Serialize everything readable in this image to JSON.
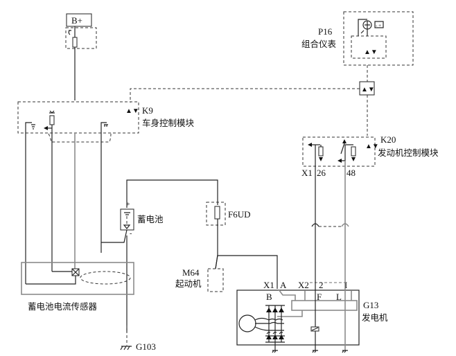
{
  "diagram": {
    "title": "",
    "components": {
      "bplus": {
        "label": "B+"
      },
      "p16": {
        "code": "P16",
        "name": "组合仪表"
      },
      "k9": {
        "code": "K9",
        "name": "车身控制模块"
      },
      "k20": {
        "code": "K20",
        "name": "发动机控制模块",
        "pins": [
          "X1",
          "26",
          "48"
        ]
      },
      "battery": {
        "name": "蓄电池",
        "plus": "+",
        "minus": "-"
      },
      "fuse": {
        "code": "F6UD"
      },
      "starter": {
        "code": "M64",
        "name": "起动机"
      },
      "sensor": {
        "name": "蓄电池电流传感器"
      },
      "ground": {
        "code": "G103"
      },
      "generator": {
        "code": "G13",
        "name": "发电机",
        "connectors": [
          "X1",
          "A",
          "X2",
          "2",
          "I"
        ],
        "terminals": [
          "B",
          "F",
          "L"
        ]
      }
    },
    "colors": {
      "wire": "#222222",
      "wire_gray": "#8a8a8a",
      "background": "#ffffff"
    }
  }
}
